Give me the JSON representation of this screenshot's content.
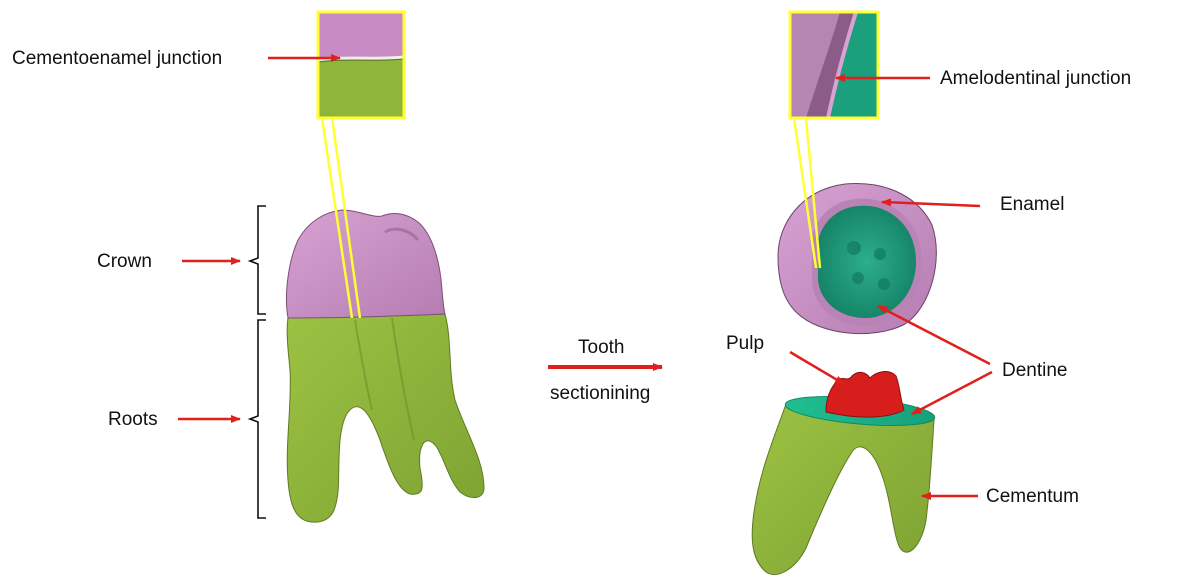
{
  "labels": {
    "cej": "Cementoenamel junction",
    "crown": "Crown",
    "roots": "Roots",
    "tooth": "Tooth",
    "sectioning": "sectionining",
    "adj": "Amelodentinal junction",
    "enamel": "Enamel",
    "pulp": "Pulp",
    "dentine": "Dentine",
    "cementum": "Cementum"
  },
  "colors": {
    "enamel": "#c98bc4",
    "root": "#8fb63a",
    "dentine": "#1fa080",
    "pulp": "#e01f1f",
    "arrow": "#e0201c",
    "zoom": "#ffff33"
  }
}
